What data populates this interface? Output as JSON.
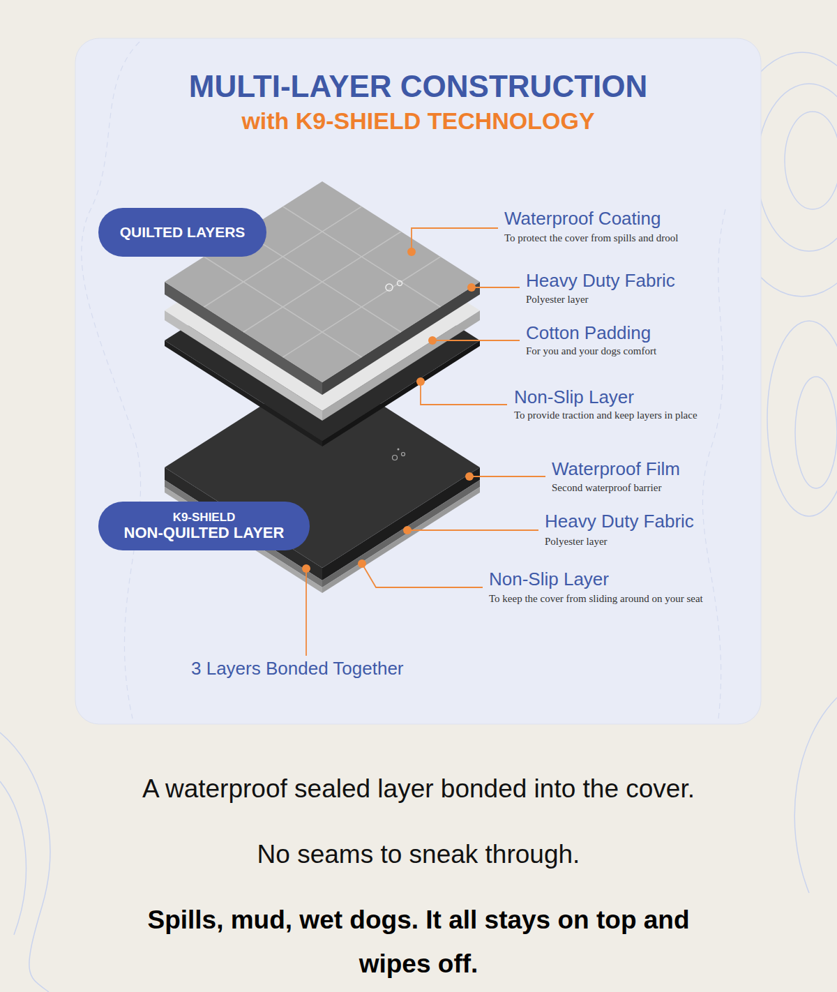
{
  "diagram": {
    "title": "MULTI-LAYER CONSTRUCTION",
    "nodes": [
      {
        "text": [
          "QUILTED LAYERS"
        ]
      },
      {
        "text": [
          "K9-SHIELD",
          "NON-QUILTED LAYER"
        ]
      }
    ],
    "labels": [
      "with K9-SHIELD TECHNOLOGY",
      "Waterproof Coating",
      "To protect the cover from spills and drool",
      "Heavy Duty Fabric",
      "Polyester layer",
      "Cotton Padding",
      "For you and your dogs comfort",
      "Non-Slip Layer",
      "To provide traction and keep layers in place",
      "Waterproof Film",
      "Second waterproof barrier",
      "Heavy Duty Fabric",
      "Polyester layer",
      "Non-Slip Layer",
      "To keep the cover from sliding around on your seat",
      "3 Layers Bonded Together",
      "A waterproof sealed layer bonded into the cover.",
      "No seams to sneak through.",
      "Spills, mud, wet dogs. It all stays on top and wipes off."
    ]
  }
}
